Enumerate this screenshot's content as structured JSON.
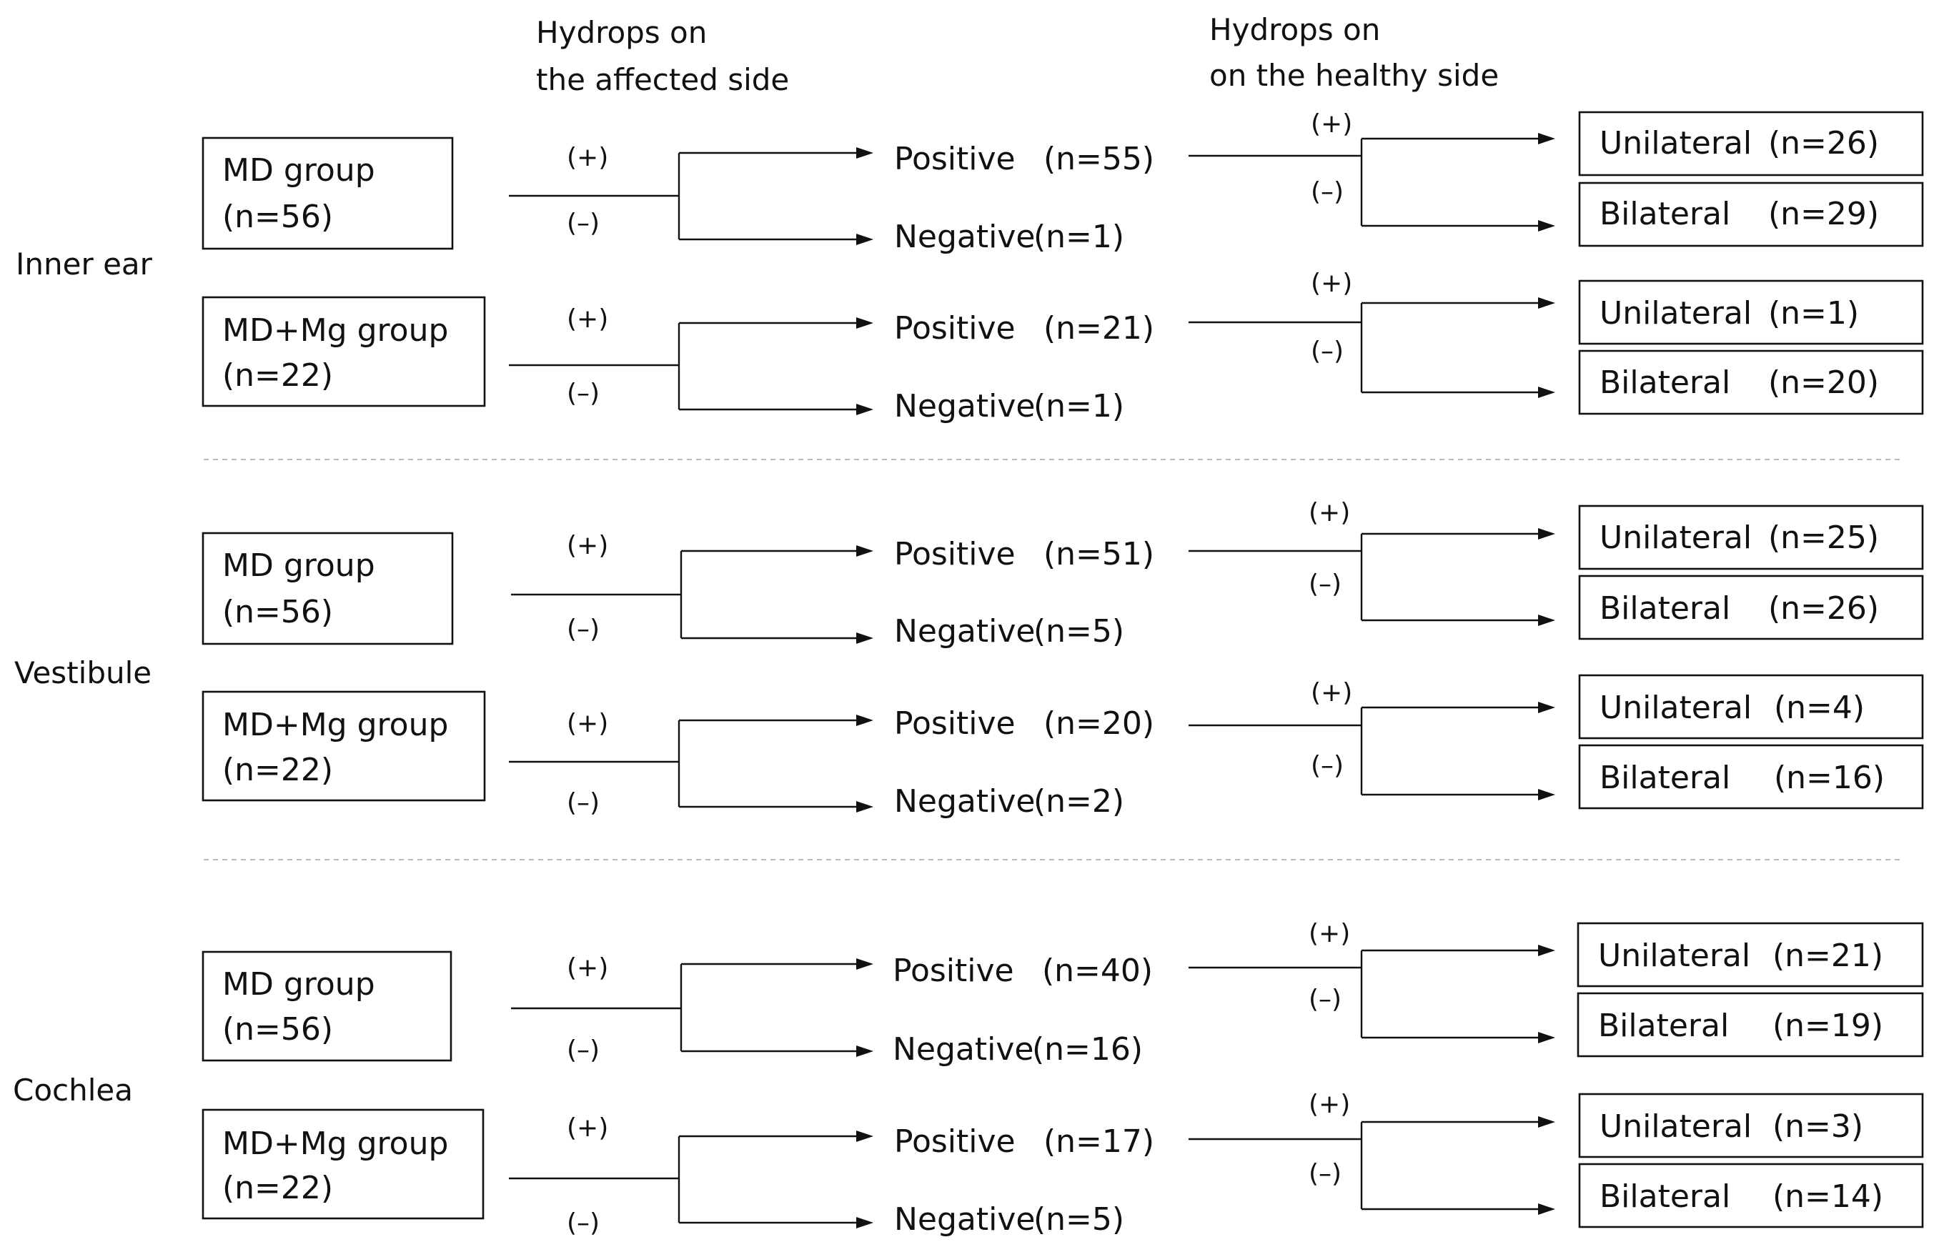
{
  "headers": {
    "affected": [
      "Hydrops on",
      "the affected side"
    ],
    "healthy": [
      "Hydrops on",
      "on the healthy side"
    ]
  },
  "signs": {
    "plus": "(+)",
    "minus": "(–)"
  },
  "sections": [
    {
      "region": "Inner ear",
      "groups": [
        {
          "name": "MD group",
          "n": "(n=56)",
          "positive": {
            "label": "Positive",
            "n": "(n=55)"
          },
          "negative": {
            "label": "Negative",
            "n": "(n=1)"
          },
          "unilateral": {
            "label": "Unilateral",
            "n": "(n=26)"
          },
          "bilateral": {
            "label": "Bilateral",
            "n": "(n=29)"
          }
        },
        {
          "name": "MD+Mg group",
          "n": "(n=22)",
          "positive": {
            "label": "Positive",
            "n": "(n=21)"
          },
          "negative": {
            "label": "Negative",
            "n": "(n=1)"
          },
          "unilateral": {
            "label": "Unilateral",
            "n": "(n=1)"
          },
          "bilateral": {
            "label": "Bilateral",
            "n": "(n=20)"
          }
        }
      ]
    },
    {
      "region": "Vestibule",
      "groups": [
        {
          "name": "MD group",
          "n": "(n=56)",
          "positive": {
            "label": "Positive",
            "n": "(n=51)"
          },
          "negative": {
            "label": "Negative",
            "n": "(n=5)"
          },
          "unilateral": {
            "label": "Unilateral",
            "n": "(n=25)"
          },
          "bilateral": {
            "label": "Bilateral",
            "n": "(n=26)"
          }
        },
        {
          "name": "MD+Mg group",
          "n": "(n=22)",
          "positive": {
            "label": "Positive",
            "n": "(n=20)"
          },
          "negative": {
            "label": "Negative",
            "n": "(n=2)"
          },
          "unilateral": {
            "label": "Unilateral",
            "n": "(n=4)"
          },
          "bilateral": {
            "label": "Bilateral",
            "n": "(n=16)"
          }
        }
      ]
    },
    {
      "region": "Cochlea",
      "groups": [
        {
          "name": "MD group",
          "n": "(n=56)",
          "positive": {
            "label": "Positive",
            "n": "(n=40)"
          },
          "negative": {
            "label": "Negative",
            "n": "(n=16)"
          },
          "unilateral": {
            "label": "Unilateral",
            "n": "(n=21)"
          },
          "bilateral": {
            "label": "Bilateral",
            "n": "(n=19)"
          }
        },
        {
          "name": "MD+Mg group",
          "n": "(n=22)",
          "positive": {
            "label": "Positive",
            "n": "(n=17)"
          },
          "negative": {
            "label": "Negative",
            "n": "(n=5)"
          },
          "unilateral": {
            "label": "Unilateral",
            "n": "(n=3)"
          },
          "bilateral": {
            "label": "Bilateral",
            "n": "(n=14)"
          }
        }
      ]
    }
  ]
}
